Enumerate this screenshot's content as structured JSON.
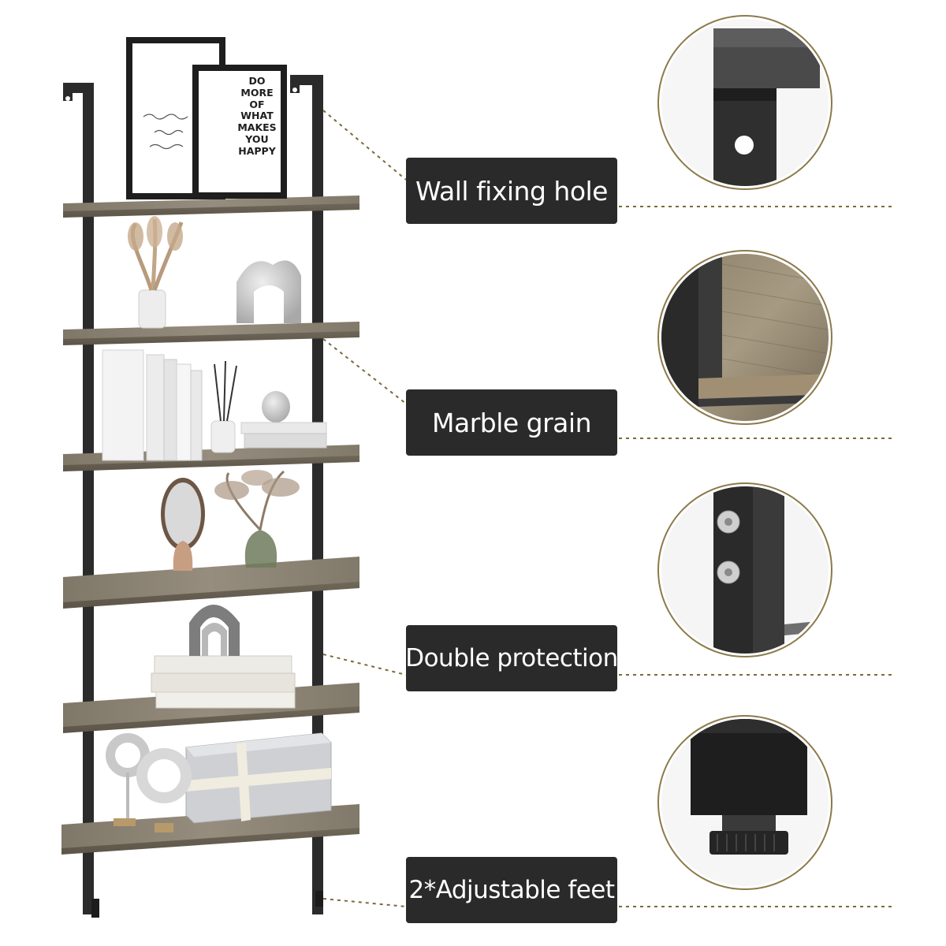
{
  "features": [
    {
      "label": "Wall fixing hole"
    },
    {
      "label": "Marble grain"
    },
    {
      "label": "Double protection"
    },
    {
      "label": "2*Adjustable feet"
    }
  ],
  "poster": {
    "lines": [
      "DO",
      "MORE",
      "OF",
      "WHAT",
      "MAKES",
      "YOU",
      "HAPPY"
    ]
  },
  "colors": {
    "frame": "#2b2b2b",
    "shelf_wood": "#8a8172",
    "label_bg": "#2a2a2a",
    "detail_ring": "#8c7a4a",
    "dotted_line": "#7a6a3a"
  }
}
